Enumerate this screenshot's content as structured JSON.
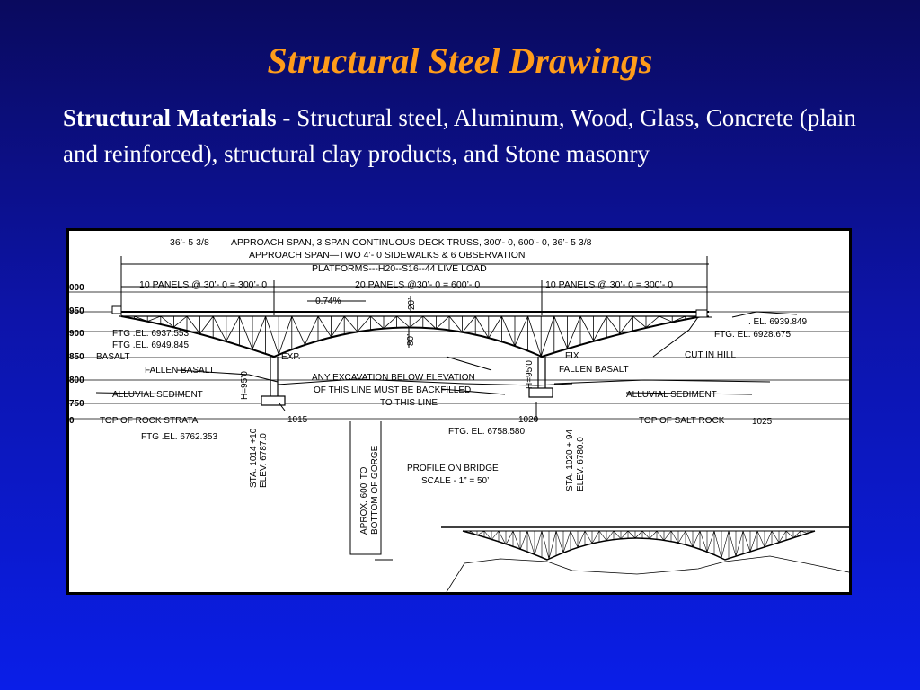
{
  "slide": {
    "title": "Structural Steel Drawings",
    "body_lead": "Structural Materials -",
    "body_rest": " Structural steel, Aluminum, Wood, Glass, Concrete (plain and reinforced), structural clay products, and Stone masonry"
  },
  "drawing": {
    "dims": {
      "left_span": "36’- 5 3/8",
      "line1": "APPROACH SPAN, 3 SPAN CONTINUOUS DECK TRUSS, 300’- 0, 600’- 0, 36’- 5 3/8",
      "line2": "APPROACH SPAN—TWO 4’- 0 SIDEWALKS & 6 OBSERVATION",
      "line3": "PLATFORMS---H20--S16--44 LIVE LOAD",
      "panels_left": "10 PANELS @ 30’- 0 = 300’- 0",
      "panels_center": "20 PANELS @30’- 0 = 600’- 0",
      "panels_right": "10 PANELS @ 30’- 0 = 300’- 0",
      "grade": "- 0.74%",
      "dim_20": "20’",
      "dim_80": "80’"
    },
    "elevations": [
      "000",
      "950",
      "900",
      "850",
      "800",
      "750",
      "0"
    ],
    "labels": {
      "ftg_6937": "FTG .EL. 6937.553",
      "ftg_6949": "FTG .EL. 6949.845",
      "basalt": "BASALT",
      "fallen_basalt_l": "FALLEN BASALT",
      "alluvial_l": "ALLUVIAL SEDIMENT",
      "top_rock": "TOP OF ROCK STRATA",
      "ftg_6762": "FTG .EL. 6762.353",
      "exp": "EXP.",
      "fix": "FIX",
      "h95_l": "H=95’0",
      "h95_r": "H=95’0",
      "excav1": "ANY EXCAVATION BELOW ELEVATION",
      "excav2": "OF THIS LINE MUST BE BACKFILLED",
      "excav3": "TO THIS LINE",
      "sta_1015": "1015",
      "sta_1020": "1020",
      "sta_1025": "1025",
      "ftg_6758": "FTG. EL. 6758.580",
      "el_6939": ". EL. 6939.849",
      "ftg_6928": "FTG. EL. 6928.675",
      "cut_hill": "CUT IN HILL",
      "fallen_basalt_r": "FALLEN BASALT",
      "alluvial_r": "ALLUVIAL SEDIMENT",
      "top_salt": "TOP OF SALT ROCK",
      "sta_l_1": "STA. 1014 +10",
      "sta_l_2": "ELEV. 6787.0",
      "sta_r_1": "STA. 1020 + 94",
      "sta_r_2": "ELEV. 6780.0",
      "gorge_1": "APROX. 600’ TO",
      "gorge_2": "BOTTOM OF GORGE",
      "profile_1": "PROFILE ON BRIDGE",
      "profile_2": "SCALE - 1” = 50’"
    }
  }
}
